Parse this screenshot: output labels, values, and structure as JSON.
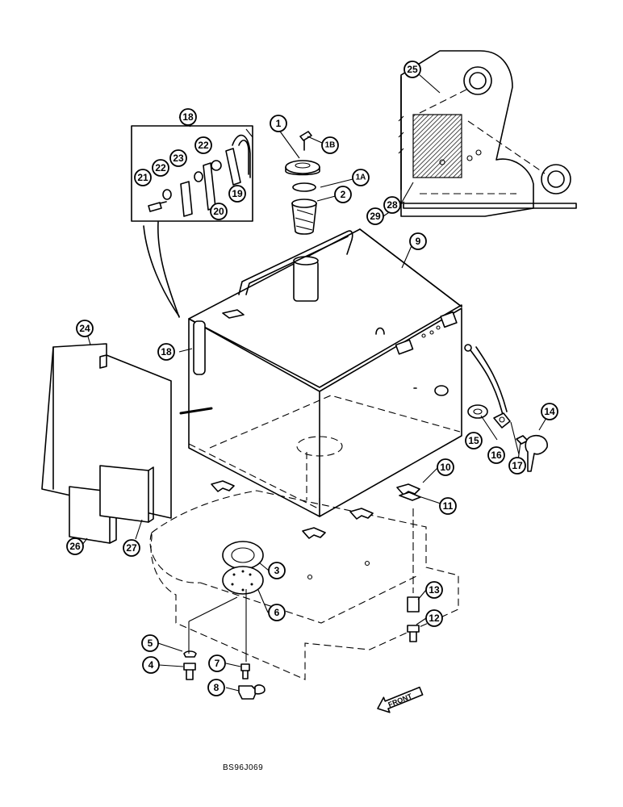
{
  "callouts": {
    "c1": "1",
    "c1a": "1A",
    "c1b": "1B",
    "c2": "2",
    "c3": "3",
    "c4": "4",
    "c5": "5",
    "c6": "6",
    "c7": "7",
    "c8": "8",
    "c9": "9",
    "c10": "10",
    "c11": "11",
    "c12": "12",
    "c13": "13",
    "c14": "14",
    "c15": "15",
    "c16": "16",
    "c17": "17",
    "c18a": "18",
    "c18b": "18",
    "c19": "19",
    "c20": "20",
    "c21": "21",
    "c22a": "22",
    "c22b": "22",
    "c23": "23",
    "c24": "24",
    "c25": "25",
    "c26": "26",
    "c27": "27",
    "c28": "28",
    "c29": "29"
  },
  "front_label": "FRONT",
  "drawing_code": "BS96J069"
}
